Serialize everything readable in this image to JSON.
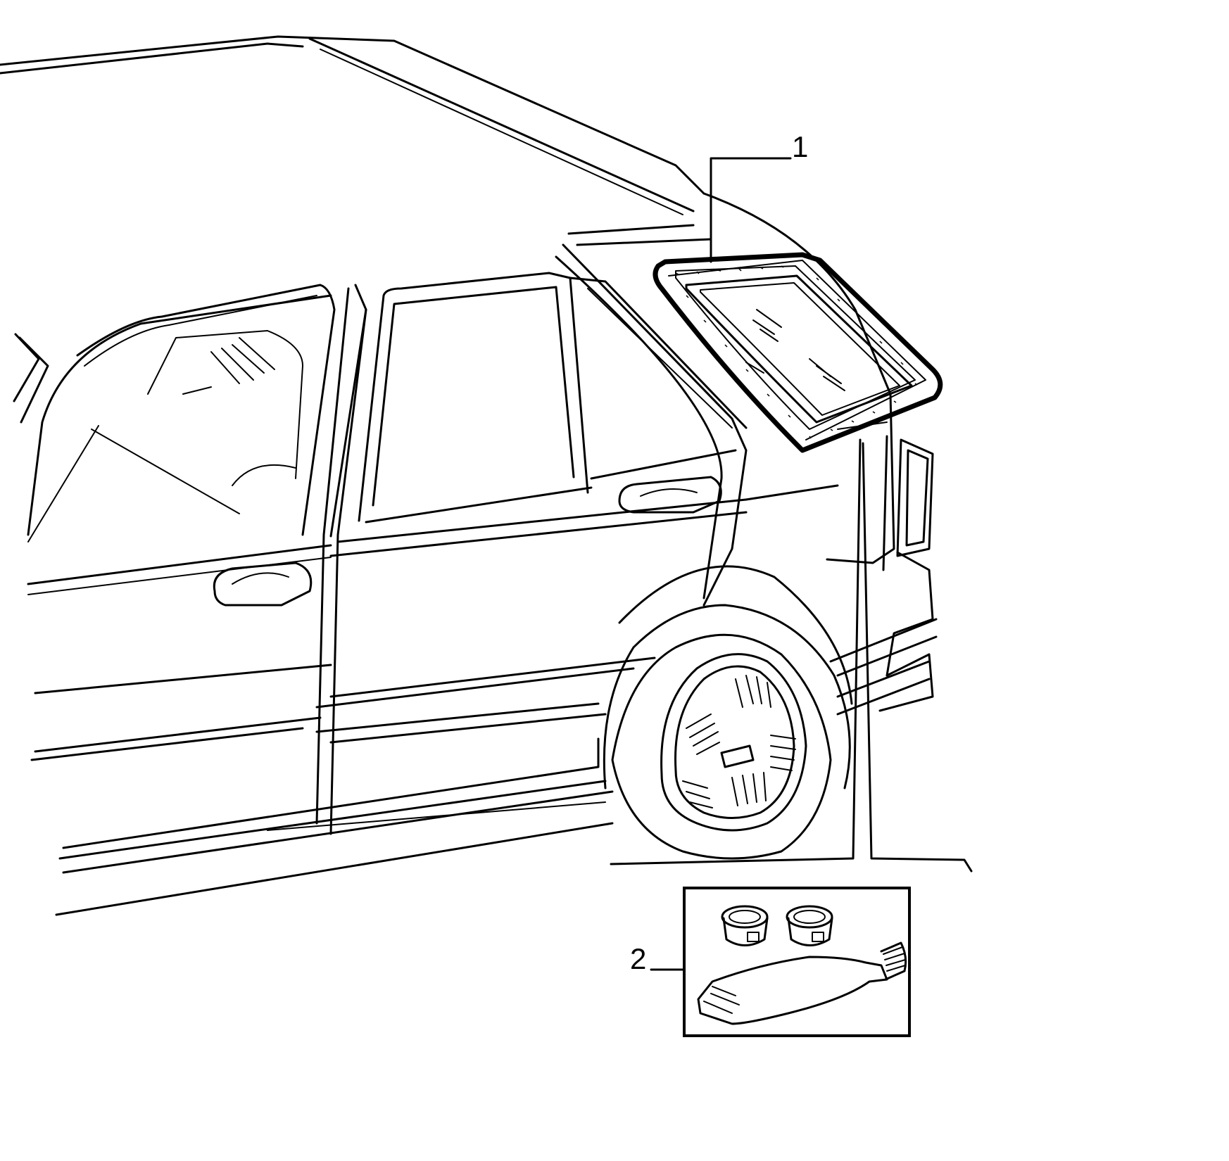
{
  "callouts": [
    {
      "label": "1",
      "part": "quarter-window-glass-with-seal"
    },
    {
      "label": "2",
      "part": "adhesive-kit"
    }
  ],
  "colors": {
    "line": "#000000",
    "background": "#ffffff"
  }
}
